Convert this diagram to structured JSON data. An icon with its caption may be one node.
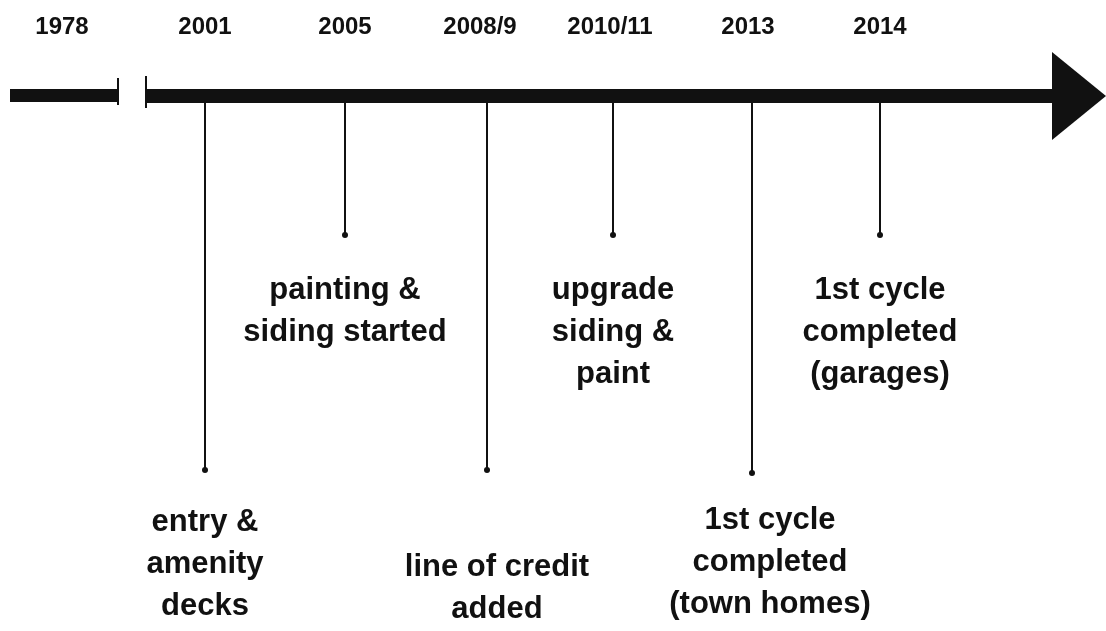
{
  "diagram": {
    "nodes": [
      {
        "text": [
          "entry & amenity decks"
        ]
      },
      {
        "text": [
          "painting & siding started"
        ]
      },
      {
        "text": [
          "line of credit added"
        ]
      },
      {
        "text": [
          "upgrade siding & paint"
        ]
      },
      {
        "text": [
          "1st cycle completed (town homes)"
        ]
      },
      {
        "text": [
          "1st cycle completed (garages)"
        ]
      }
    ],
    "edges": [
      {
        "from": 0,
        "to": null,
        "arrow": "other"
      },
      {
        "from": 1,
        "to": null,
        "arrow": "other"
      },
      {
        "from": 2,
        "to": null,
        "arrow": "other"
      },
      {
        "from": 3,
        "to": null,
        "arrow": "other"
      },
      {
        "from": 4,
        "to": null,
        "arrow": "other"
      },
      {
        "from": 5,
        "to": null,
        "arrow": "other"
      }
    ],
    "labels": [
      "1978",
      "2001",
      "2005",
      "2008/9",
      "2010/11",
      "2013",
      "2014"
    ]
  }
}
